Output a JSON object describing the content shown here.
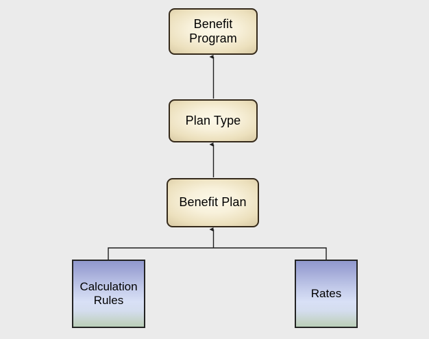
{
  "diagram": {
    "background_color": "#ebebeb",
    "nodes": [
      {
        "id": "benefit-program",
        "label": "Benefit\nProgram",
        "style": "cream",
        "fill_center": "#faf5e0",
        "fill_edge": "#d9cba6",
        "border_color": "#34291a"
      },
      {
        "id": "plan-type",
        "label": "Plan Type",
        "style": "cream",
        "fill_center": "#faf5e0",
        "fill_edge": "#d9cba6",
        "border_color": "#34291a"
      },
      {
        "id": "benefit-plan",
        "label": "Benefit Plan",
        "style": "cream",
        "fill_center": "#faf5e0",
        "fill_edge": "#d9cba6",
        "border_color": "#34291a"
      },
      {
        "id": "calculation-rules",
        "label": "Calculation\nRules",
        "style": "blue",
        "fill_top": "#9aa3d4",
        "fill_middle": "#d6def5",
        "fill_bottom": "#c3d3c0",
        "border_color": "#232323"
      },
      {
        "id": "rates",
        "label": "Rates",
        "style": "blue",
        "fill_top": "#9aa3d4",
        "fill_middle": "#d6def5",
        "fill_bottom": "#c3d3c0",
        "border_color": "#232323"
      }
    ],
    "edges": [
      {
        "id": "plan-type-to-benefit-program",
        "from": "plan-type",
        "to": "benefit-program",
        "arrow": true
      },
      {
        "id": "benefit-plan-to-plan-type",
        "from": "benefit-plan",
        "to": "plan-type",
        "arrow": true
      },
      {
        "id": "children-to-benefit-plan",
        "from": "calculation-rules,rates",
        "to": "benefit-plan",
        "arrow": true,
        "shape": "bracket"
      }
    ],
    "edge_color": "#1d1d1d"
  }
}
